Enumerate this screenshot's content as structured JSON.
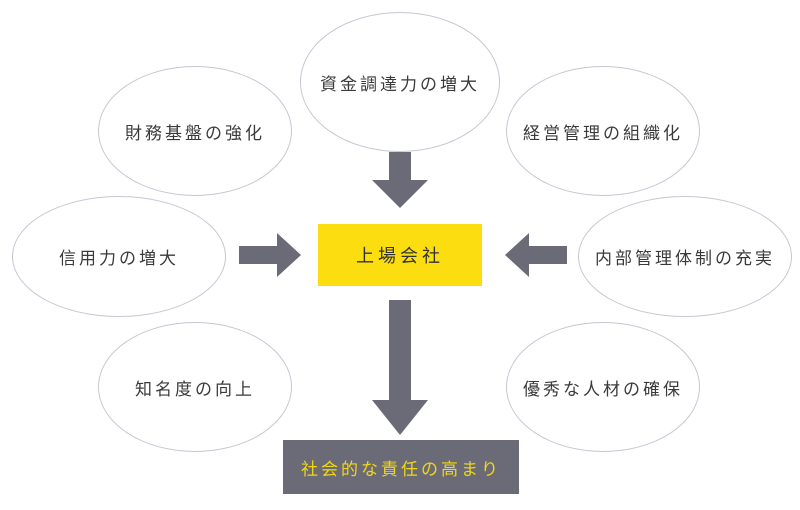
{
  "diagram": {
    "center_box": {
      "label": "上場会社"
    },
    "bottom_box": {
      "label": "社会的な責任の高まり"
    },
    "ellipses": [
      {
        "id": "funding",
        "label": "資金調達力の増大"
      },
      {
        "id": "financial-base",
        "label": "財務基盤の強化"
      },
      {
        "id": "management-org",
        "label": "経営管理の組織化"
      },
      {
        "id": "credit",
        "label": "信用力の増大"
      },
      {
        "id": "internal",
        "label": "内部管理体制の充実"
      },
      {
        "id": "recognition",
        "label": "知名度の向上"
      },
      {
        "id": "talent",
        "label": "優秀な人材の確保"
      }
    ],
    "arrows": [
      {
        "id": "arrow-down-top",
        "direction": "down"
      },
      {
        "id": "arrow-right-mid",
        "direction": "right"
      },
      {
        "id": "arrow-left-mid",
        "direction": "left"
      },
      {
        "id": "arrow-down-long",
        "direction": "down"
      }
    ],
    "colors": {
      "center_bg": "#fcde10",
      "bottom_bg": "#6b6b78",
      "bottom_text": "#f2d713",
      "arrow": "#6b6b78",
      "ellipse_border": "#c6c7d2",
      "text": "#3a3a3a"
    }
  }
}
